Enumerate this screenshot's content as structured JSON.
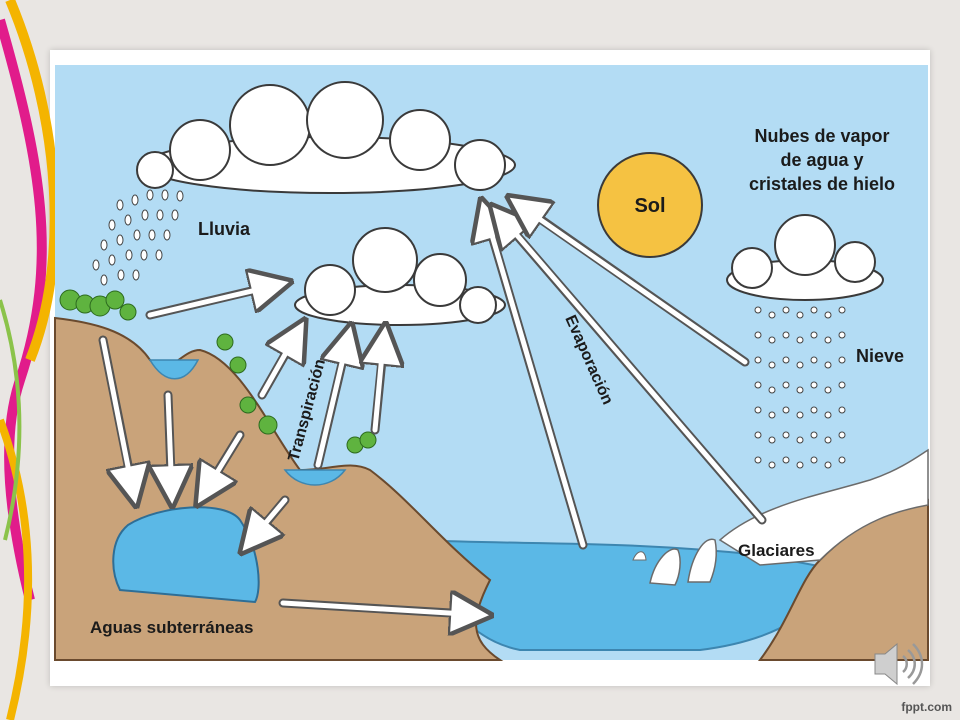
{
  "slide": {
    "footer_credit": "fppt.com"
  },
  "diagram": {
    "labels": {
      "clouds": "Nubes de vapor de agua y cristales de hielo",
      "clouds_line1": "Nubes de vapor",
      "clouds_line2": "de agua y",
      "clouds_line3": "cristales de hielo",
      "sun": "Sol",
      "rain": "Lluvia",
      "transpiration": "Transpiración",
      "evaporation": "Evaporación",
      "snow": "Nieve",
      "glaciers": "Glaciares",
      "groundwater": "Aguas subterráneas"
    },
    "colors": {
      "sky": "#b3dcf4",
      "cloud": "#ffffff",
      "sun": "#f5c242",
      "land": "#c9a37a",
      "water": "#5bb8e6",
      "tree": "#5fb33f"
    }
  },
  "icons": {
    "audio": "speaker-icon"
  }
}
